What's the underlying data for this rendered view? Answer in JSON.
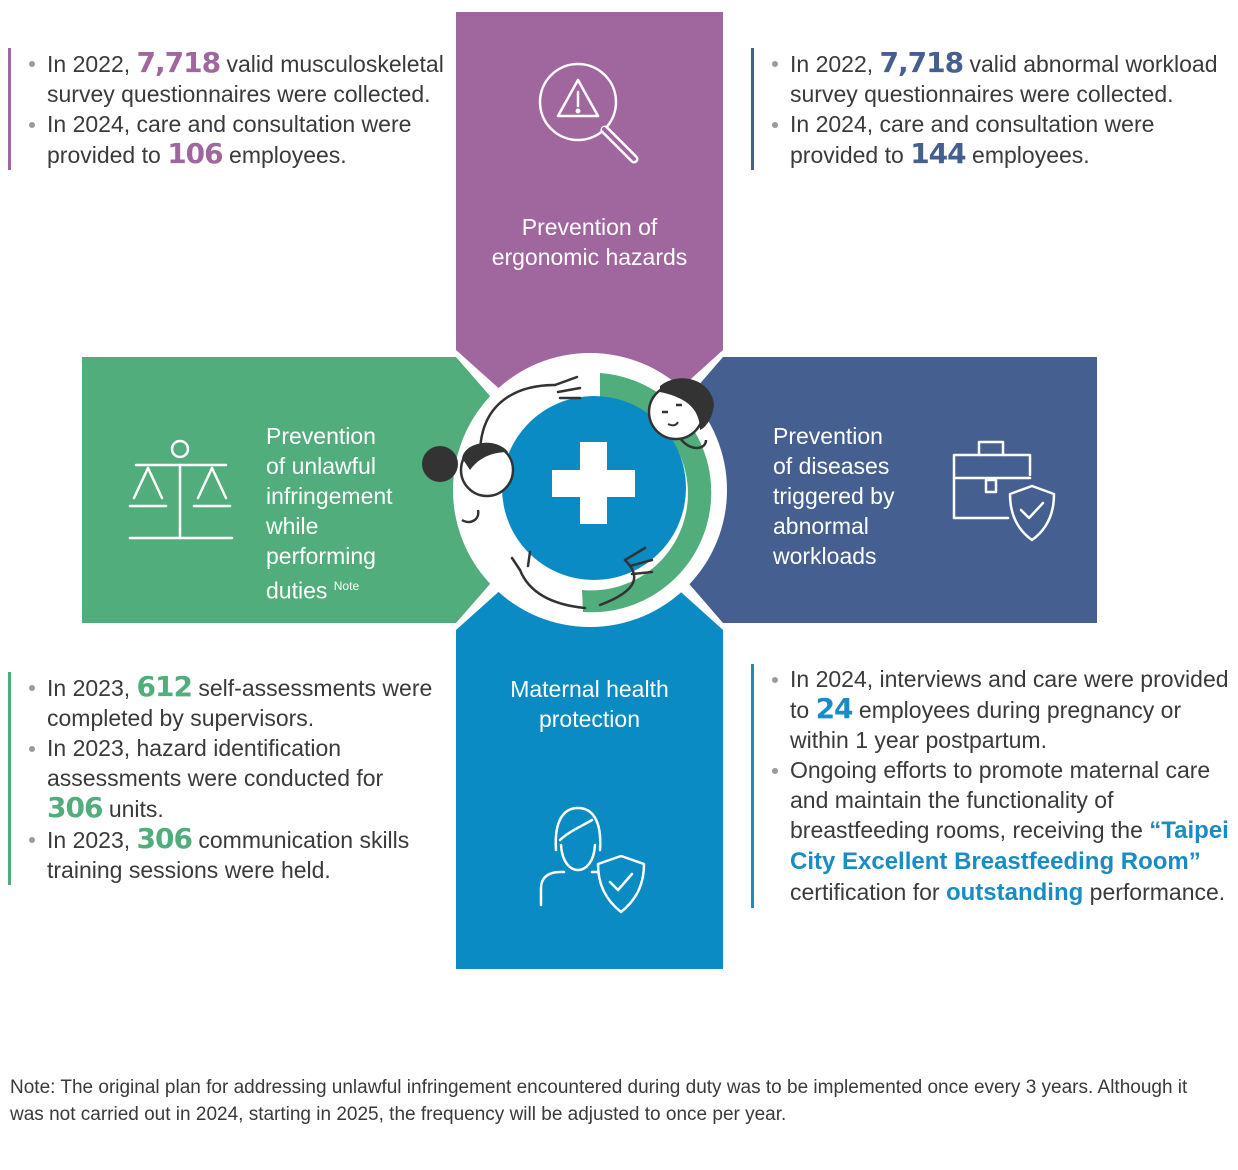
{
  "sections": {
    "ergonomic": {
      "label": [
        "Prevention of",
        "ergonomic hazards"
      ],
      "icon": "warning-search-icon",
      "color": "#a0679f",
      "bullets": [
        {
          "pre": "In 2022, ",
          "num": "7,718",
          "post": " valid musculoskeletal survey questionnaires were collected."
        },
        {
          "pre": "In 2024, care and consultation were provided to ",
          "num": "106",
          "post": " employees."
        }
      ]
    },
    "workload": {
      "label": [
        "Prevention",
        "of diseases",
        "triggered by",
        "abnormal",
        "workloads"
      ],
      "icon": "briefcase-shield-icon",
      "color": "#455f91",
      "bullets": [
        {
          "pre": "In 2022, ",
          "num": "7,718",
          "post": " valid abnormal workload survey questionnaires were collected."
        },
        {
          "pre": "In 2024, care and consultation were provided to ",
          "num": "144",
          "post": " employees."
        }
      ]
    },
    "unlawful": {
      "label": [
        "Prevention",
        "of unlawful",
        "infringement",
        "while",
        "performing",
        "duties"
      ],
      "note_mark": "Note",
      "icon": "scales-icon",
      "color": "#52ad7c",
      "bullets": [
        {
          "pre": "In 2023, ",
          "num": "612",
          "post": " self-assessments were completed by supervisors."
        },
        {
          "pre": "In 2023, hazard identification assessments were conducted for ",
          "num": "306",
          "post": " units."
        },
        {
          "pre": "In 2023, ",
          "num": "306",
          "post": " communication skills training sessions were held."
        }
      ]
    },
    "maternal": {
      "label": [
        "Maternal health",
        "protection"
      ],
      "icon": "woman-shield-icon",
      "color": "#1a8cc4",
      "bullets": [
        {
          "pre": "In 2024, interviews and care were provided to ",
          "num": "24",
          "post": " employees during pregnancy or within 1 year postpartum."
        },
        {
          "pre": "Ongoing efforts to promote maternal care and maintain the functionality of breastfeeding rooms, receiving the ",
          "highlight": "“Taipei City Excellent Breastfeeding Room”",
          "mid": " certification for ",
          "highlight2": "outstanding",
          "post": " performance."
        }
      ]
    }
  },
  "center_icon": "medical-cross-icon",
  "note": {
    "prefix": "Note:",
    "text": "The original plan for addressing unlawful infringement encountered during duty was to be implemented once every 3 years. Although it was not carried out in 2024, starting in 2025, the frequency will be adjusted to once per year."
  }
}
